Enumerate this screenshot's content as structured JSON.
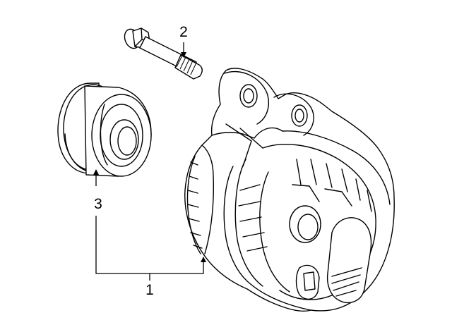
{
  "callouts": {
    "alternator": "1",
    "bolt": "2",
    "pulley": "3"
  },
  "colors": {
    "line": "#000000",
    "background": "#ffffff"
  }
}
